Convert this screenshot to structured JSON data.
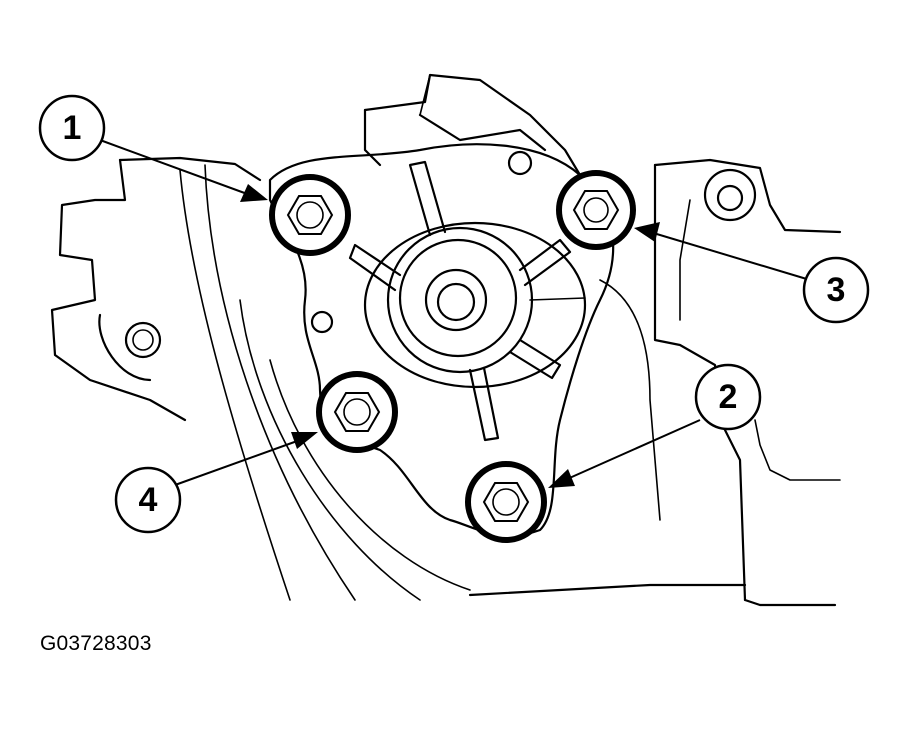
{
  "figure_id": "G03728303",
  "callouts": [
    {
      "number": "1",
      "target": "bolt-1"
    },
    {
      "number": "2",
      "target": "bolt-2"
    },
    {
      "number": "3",
      "target": "bolt-3"
    },
    {
      "number": "4",
      "target": "bolt-4"
    }
  ]
}
